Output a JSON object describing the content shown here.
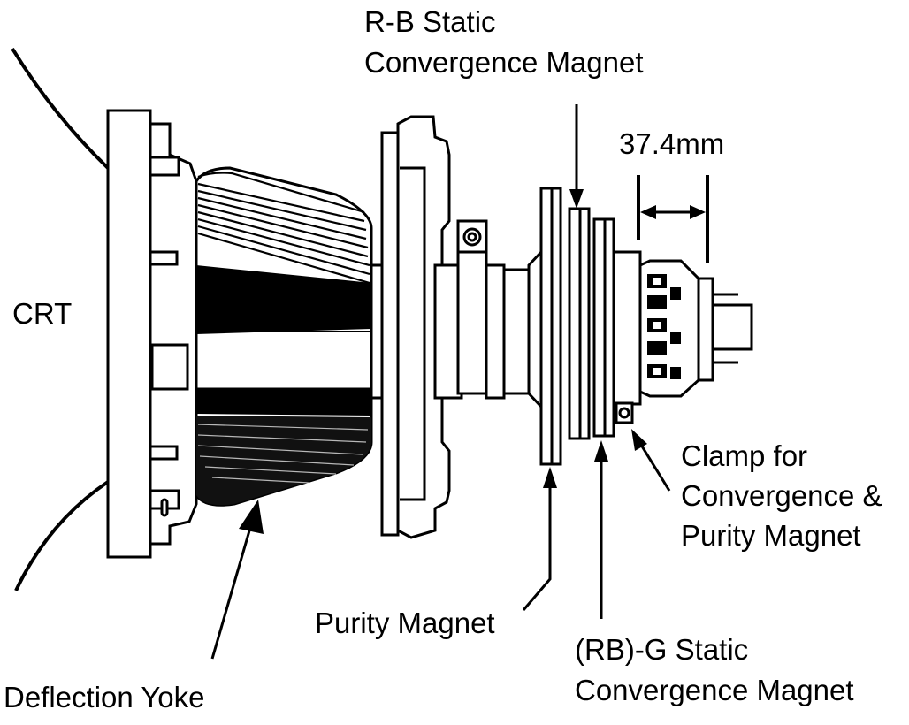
{
  "labels": {
    "rb_static_line1": "R-B Static",
    "rb_static_line2": "Convergence Magnet",
    "dimension": "37.4mm",
    "crt": "CRT",
    "clamp_line1": "Clamp for",
    "clamp_line2": "Convergence &",
    "clamp_line3": "Purity Magnet",
    "purity": "Purity Magnet",
    "rbg_line1": "(RB)-G Static",
    "rbg_line2": "Convergence Magnet",
    "yoke": "Deflection Yoke"
  },
  "colors": {
    "ink": "#000000",
    "paper": "#ffffff"
  }
}
